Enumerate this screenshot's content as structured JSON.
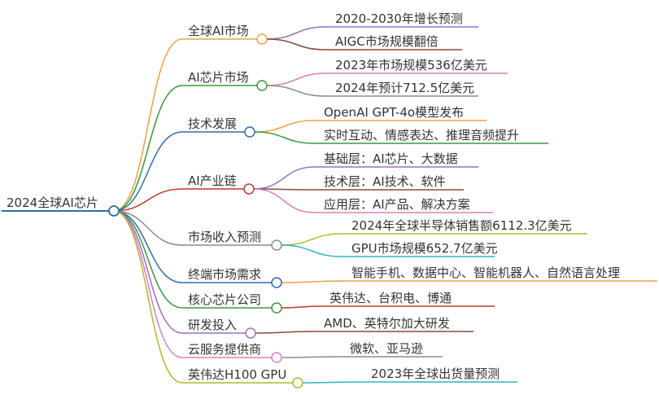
{
  "root": {
    "label": "2024全球AI芯片",
    "color": "#2e6da4"
  },
  "branches": [
    {
      "label": "全球AI市场",
      "color": "#f0a040",
      "children": [
        {
          "label": "2020-2030年增长预测",
          "color": "#9b6fc6"
        },
        {
          "label": "AIGC市场规模翻倍",
          "color": "#8b4a3a"
        }
      ]
    },
    {
      "label": "AI芯片市场",
      "color": "#3a9a3a",
      "children": [
        {
          "label": "2023年市场规模536亿美元",
          "color": "#d97fbf"
        },
        {
          "label": "2024年预计712.5亿美元",
          "color": "#8c8c8c"
        }
      ]
    },
    {
      "label": "技术发展",
      "color": "#2f6db3",
      "children": [
        {
          "label": "OpenAI GPT-4o模型发布",
          "color": "#f0a040"
        },
        {
          "label": "实时互动、情感表达、推理音频提升",
          "color": "#3a9a3a"
        }
      ]
    },
    {
      "label": "AI产业链",
      "color": "#c0392b",
      "children": [
        {
          "label": "基础层：AI芯片、大数据",
          "color": "#9b6fc6"
        },
        {
          "label": "技术层：AI技术、软件",
          "color": "#8b4a3a"
        },
        {
          "label": "应用层：AI产品、解决方案",
          "color": "#d97fbf"
        }
      ]
    },
    {
      "label": "市场收入预测",
      "color": "#8c8c8c",
      "children": [
        {
          "label": "2024年全球半导体销售额6112.3亿美元",
          "color": "#b5b52a"
        },
        {
          "label": "GPU市场规模652.7亿美元",
          "color": "#2ab5c5"
        }
      ]
    },
    {
      "label": "终端市场需求",
      "color": "#2f6db3",
      "children": [
        {
          "label": "智能手机、数据中心、智能机器人、自然语言处理",
          "color": "#f0a040"
        }
      ]
    },
    {
      "label": "核心芯片公司",
      "color": "#3a9a3a",
      "children": [
        {
          "label": "英伟达、台积电、博通",
          "color": "#c0392b"
        }
      ]
    },
    {
      "label": "研发投入",
      "color": "#9b6fc6",
      "children": [
        {
          "label": "AMD、英特尔加大研发",
          "color": "#8b4a3a"
        }
      ]
    },
    {
      "label": "云服务提供商",
      "color": "#d97fbf",
      "children": [
        {
          "label": "微软、亚马逊",
          "color": "#8c8c8c"
        }
      ]
    },
    {
      "label": "英伟达H100 GPU",
      "color": "#b5b52a",
      "children": [
        {
          "label": "2023年全球出货量预测",
          "color": "#2ab5c5"
        }
      ]
    }
  ]
}
